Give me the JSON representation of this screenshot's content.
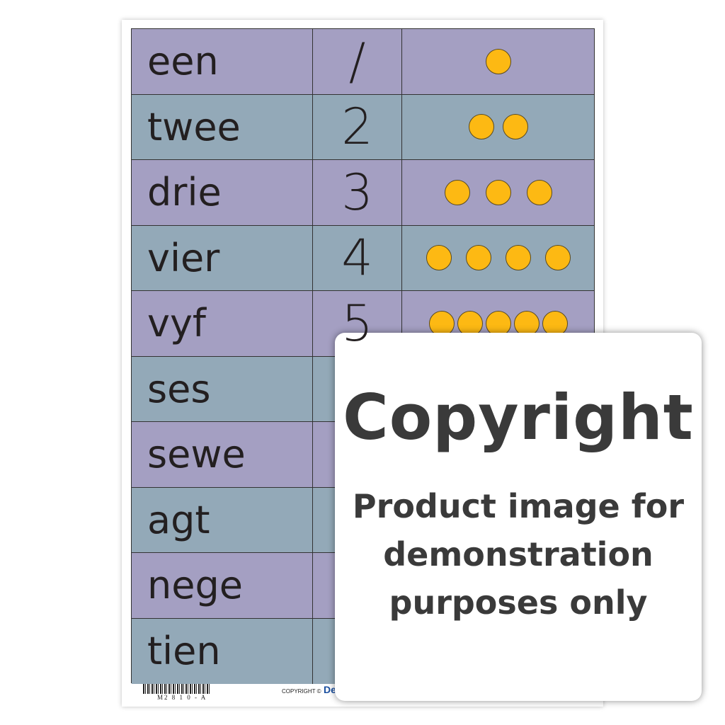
{
  "colors": {
    "row_odd": "#a49fc2",
    "row_even": "#93a9b8",
    "dot": "#fdb913"
  },
  "rows": [
    {
      "word": "een",
      "numeral": "/",
      "dots": 1
    },
    {
      "word": "twee",
      "numeral": "2",
      "dots": 2
    },
    {
      "word": "drie",
      "numeral": "3",
      "dots": 3
    },
    {
      "word": "vier",
      "numeral": "4",
      "dots": 4
    },
    {
      "word": "vyf",
      "numeral": "5",
      "dots": 5
    },
    {
      "word": "ses"
    },
    {
      "word": "sewe"
    },
    {
      "word": "agt"
    },
    {
      "word": "nege"
    },
    {
      "word": "tien"
    }
  ],
  "footer": {
    "product_code": "M2 8 1 0 - A",
    "copyright": "COPYRIGHT ©",
    "brand": "De"
  },
  "overlay": {
    "title": "Copyright",
    "subtitle_lines": [
      "Product image for",
      "demonstration",
      "purposes only"
    ]
  }
}
